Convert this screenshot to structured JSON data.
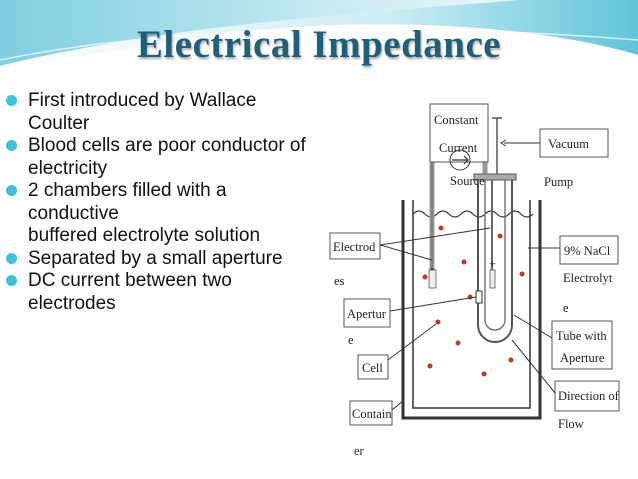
{
  "slide": {
    "title": "Electrical Impedance",
    "accent_color": "#3cc3d8",
    "title_color": "#1f5f7a"
  },
  "bullets": [
    {
      "lines": [
        "First introduced by Wallace",
        "Coulter"
      ]
    },
    {
      "lines": [
        "Blood cells are poor conductor of",
        "electricity"
      ]
    },
    {
      "lines": [
        "2 chambers filled with a",
        "conductive",
        "buffered electrolyte solution"
      ]
    },
    {
      "lines": [
        "Separated by a small aperture"
      ]
    },
    {
      "lines": [
        "DC current between two",
        "electrodes"
      ]
    }
  ],
  "diagram": {
    "labels": {
      "constant_current_1": "Constant",
      "constant_current_2": "Current",
      "constant_current_3": "Source",
      "vacuum": "Vacuum",
      "pump": "Pump",
      "nacl_1": "9% NaCl",
      "nacl_2": "Electrolyt",
      "nacl_3": "e",
      "electrode_1": "Electrod",
      "electrode_2": "es",
      "aperture_1": "Apertur",
      "aperture_2": "e",
      "cell": "Cell",
      "tube_1": "Tube with",
      "tube_2": "Aperture",
      "direction_1": "Direction of",
      "direction_2": "Flow",
      "container_1": "Contain",
      "container_2": "er",
      "minus_sign": "-",
      "plus_sign": "+"
    }
  }
}
